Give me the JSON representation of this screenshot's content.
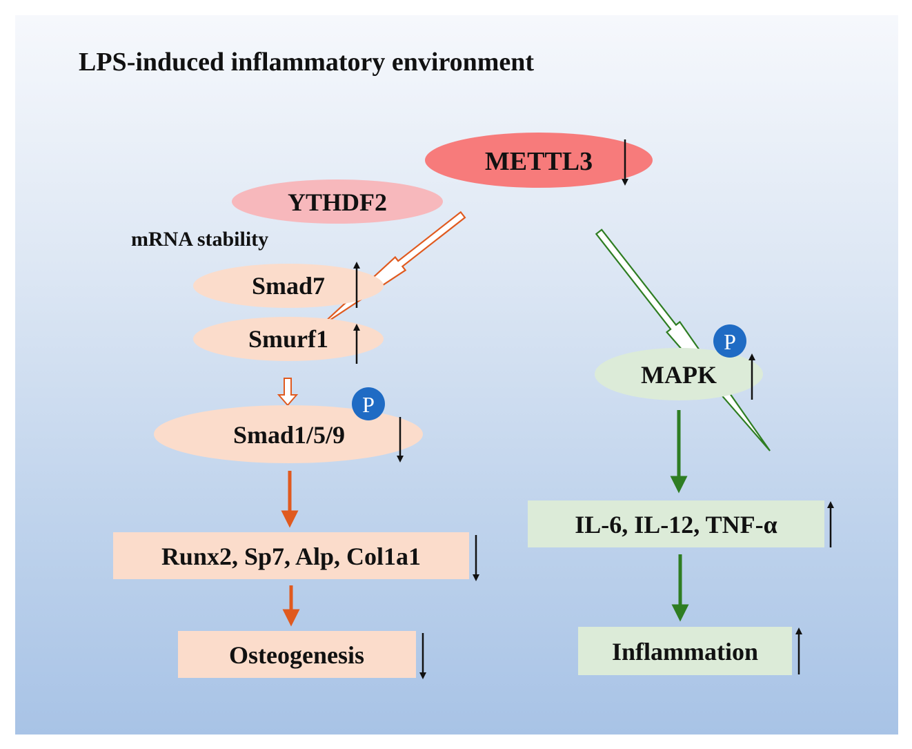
{
  "diagram": {
    "title": "LPS-induced inflammatory environment",
    "nodes": {
      "mettl3": "METTL3",
      "ythdf2": "YTHDF2",
      "mrna_stability": "mRNA stability",
      "smad7": "Smad7",
      "smurf1": "Smurf1",
      "smad159": "Smad1/5/9",
      "osteo_genes": "Runx2, Sp7, Alp, Col1a1",
      "osteogenesis": "Osteogenesis",
      "mapk": "MAPK",
      "cytokines": "IL-6, IL-12, TNF-α",
      "inflammation": "Inflammation"
    },
    "phospho_badges": {
      "smad159": "P",
      "mapk": "P"
    },
    "regulation": {
      "mettl3": "down",
      "smad7": "up",
      "smurf1": "up",
      "smad159": "down",
      "osteo_genes": "down",
      "osteogenesis": "down",
      "mapk": "up",
      "cytokines": "up",
      "inflammation": "up"
    },
    "colors": {
      "mettl3_fill": "#f77b7b",
      "ythdf2_fill": "#f7b8bc",
      "osteo_node_fill": "#fbdccb",
      "inflam_node_fill": "#dcebd8",
      "osteo_arrow": "#e05a1f",
      "inflam_arrow": "#2e7d22",
      "phospho_badge": "#1f6bc4"
    }
  }
}
